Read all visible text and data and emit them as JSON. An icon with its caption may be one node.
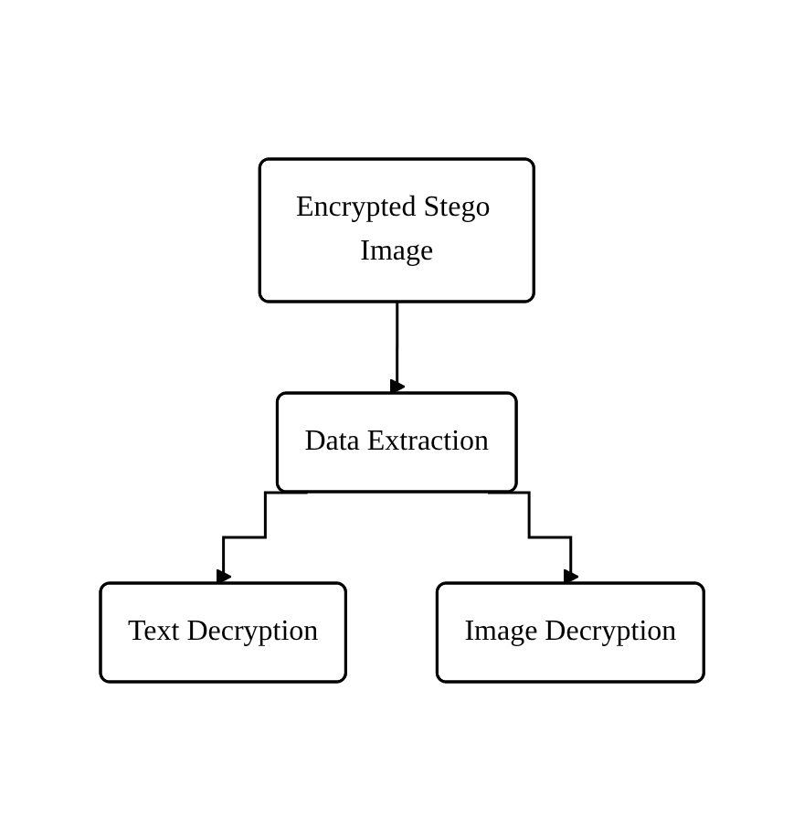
{
  "diagram": {
    "nodes": [
      {
        "text": [
          "Encrypted Stego Image"
        ]
      },
      {
        "text": [
          "Data Extraction"
        ]
      },
      {
        "text": [
          "Text Decryption"
        ]
      },
      {
        "text": [
          "Image Decryption"
        ]
      }
    ],
    "edges": [
      {
        "from": 0,
        "to": 1,
        "arrow": "to"
      },
      {
        "from": 1,
        "to": 2,
        "arrow": "to"
      },
      {
        "from": 1,
        "to": 3,
        "arrow": "to"
      }
    ]
  }
}
